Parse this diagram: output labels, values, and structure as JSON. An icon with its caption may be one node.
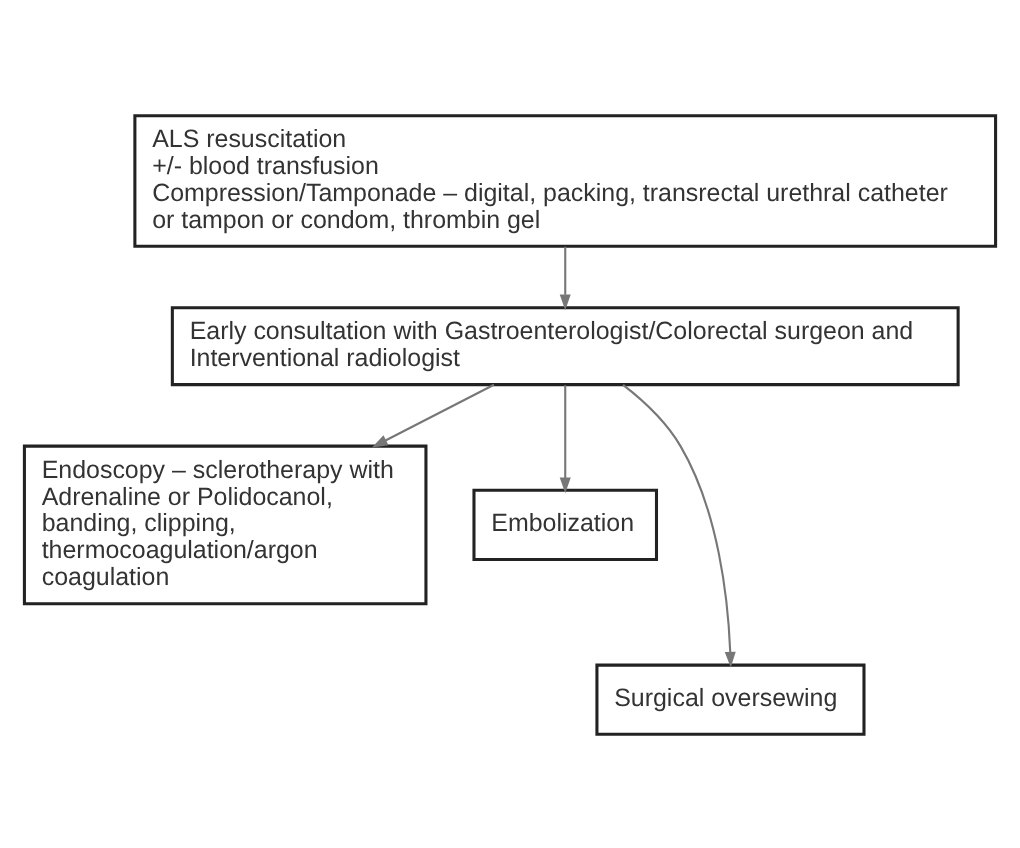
{
  "diagram": {
    "nodes": [
      {
        "text": [
          "ALS resuscitation",
          "+/- blood transfusion",
          "Compression/Tamponade – digital, packing, transrectal urethral catheter or tampon or condom, thrombin gel"
        ]
      },
      {
        "text": [
          "Early consultation with Gastroenterologist/Colorectal surgeon and Interventional radiologist"
        ]
      },
      {
        "text": [
          "Endoscopy – sclerotherapy with Adrenaline or Polidocanol, banding, clipping, thermocoagulation/argon coagulation"
        ]
      },
      {
        "text": [
          "Embolization"
        ]
      },
      {
        "text": [
          "Surgical oversewing"
        ]
      }
    ],
    "edges": [
      {
        "from": 0,
        "to": 1,
        "arrow": "to"
      },
      {
        "from": 1,
        "to": 2,
        "arrow": "to"
      },
      {
        "from": 1,
        "to": 3,
        "arrow": "to"
      },
      {
        "from": 1,
        "to": 4,
        "arrow": "to"
      }
    ]
  }
}
